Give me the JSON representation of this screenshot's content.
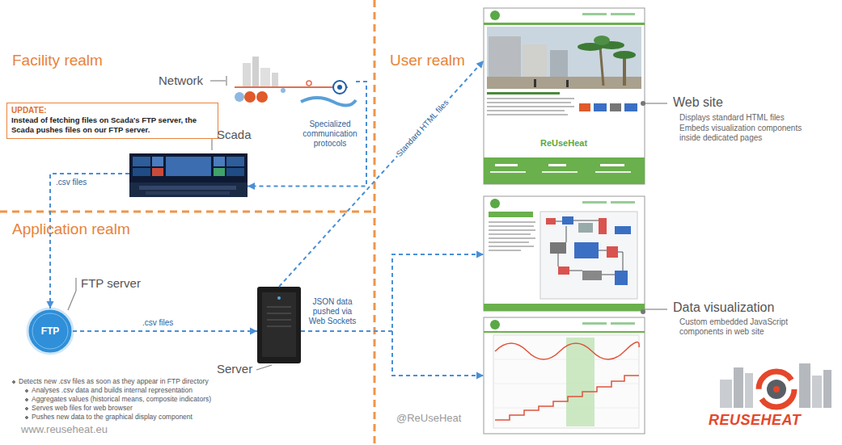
{
  "diagram": {
    "nodes": [
      {
        "text": [
          "Network"
        ]
      },
      {
        "text": [
          "UPDATE:",
          "Instead of fetching files on Scada's FTP server, the Scada pushes files on our FTP server."
        ]
      },
      {
        "text": [
          "Scada"
        ]
      },
      {
        "text": [
          "FTP server",
          "FTP"
        ]
      },
      {
        "text": [
          "Server",
          "Detects new .csv files as soon as they appear in FTP directory",
          "Analyses .csv data and builds internal representation",
          "Aggregates values (historical means, composite indicators)",
          "Serves web files for web browser",
          "Pushes new data to the graphical display component"
        ]
      },
      {
        "text": [
          "Web site",
          "Displays standard HTML files",
          "Embeds visualization components inside dedicated pages"
        ]
      },
      {
        "text": [
          "Data visualization",
          "Custom embedded JavaScript components in web site"
        ]
      }
    ],
    "edges": [
      {
        "from": 0,
        "to": 2,
        "arrow": "to",
        "label": "Specialized communication protocols"
      },
      {
        "from": 2,
        "to": 3,
        "arrow": "to",
        "label": ".csv files"
      },
      {
        "from": 3,
        "to": 4,
        "arrow": "to",
        "label": ".csv files"
      },
      {
        "from": 4,
        "to": 5,
        "arrow": "to",
        "label": "Standard HTML files"
      },
      {
        "from": 4,
        "to": 6,
        "arrow": "to",
        "label": "JSON data pushed via Web Sockets"
      }
    ],
    "labels": [
      "Facility realm",
      "User realm",
      "Application realm",
      "ReUseHeat",
      "www.reuseheat.eu",
      "@ReUseHeat",
      "REUSEHEAT"
    ]
  }
}
